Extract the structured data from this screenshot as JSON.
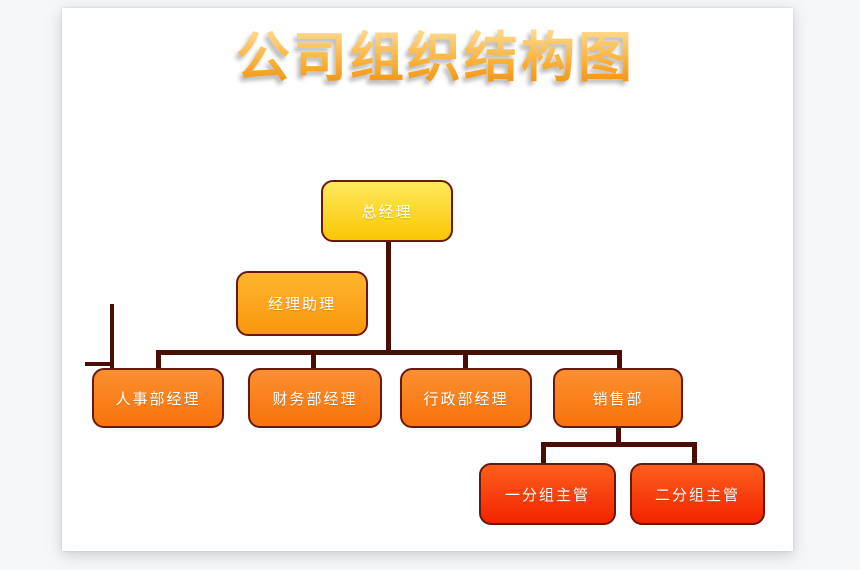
{
  "title": "公司组织结构图",
  "nodes": {
    "gm": {
      "label": "总经理",
      "level": 1
    },
    "assistant": {
      "label": "经理助理",
      "level": 2
    },
    "hr": {
      "label": "人事部经理",
      "level": 3
    },
    "finance": {
      "label": "财务部经理",
      "level": 3
    },
    "admin": {
      "label": "行政部经理",
      "level": 3
    },
    "sales": {
      "label": "销售部",
      "level": 3
    },
    "group1": {
      "label": "一分组主管",
      "level": 4
    },
    "group2": {
      "label": "二分组主管",
      "level": 4
    }
  },
  "edges": [
    {
      "from": "总经理",
      "to": "人事部经理"
    },
    {
      "from": "总经理",
      "to": "财务部经理"
    },
    {
      "from": "总经理",
      "to": "行政部经理"
    },
    {
      "from": "总经理",
      "to": "销售部"
    },
    {
      "from": "销售部",
      "to": "一分组主管"
    },
    {
      "from": "销售部",
      "to": "二分组主管"
    }
  ],
  "colors": {
    "page_background": "#ffffff",
    "backdrop": "#f6f7f9",
    "connector": "#4a0e06",
    "node_border": "#69190c",
    "node_text": "#ffffff",
    "title_gradient_top": "#ffd88a",
    "title_gradient_bottom": "#ef9413",
    "level1_gradient": [
      "#ffe95e",
      "#f9c703"
    ],
    "level2_gradient": [
      "#ffb52e",
      "#f8970e"
    ],
    "level3_gradient": [
      "#fb8f2f",
      "#f8730c"
    ],
    "level4_gradient": [
      "#fc5f1d",
      "#f32300"
    ]
  }
}
